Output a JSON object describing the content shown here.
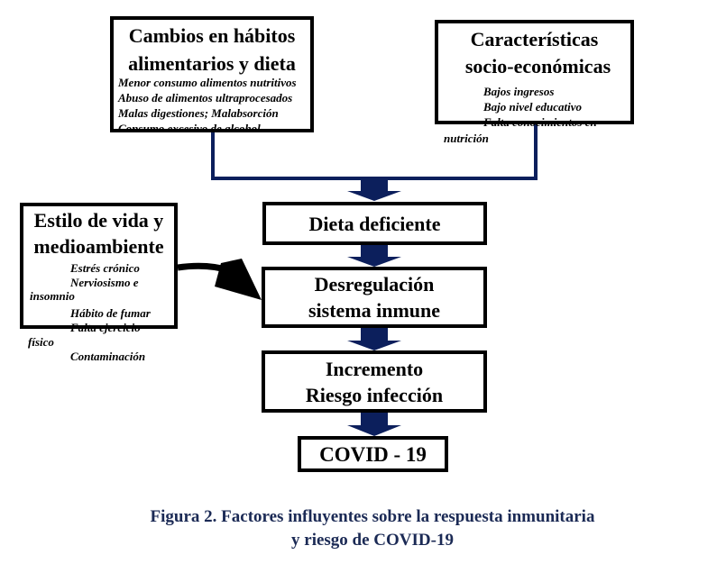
{
  "boxes": {
    "habitos": {
      "title": [
        "Cambios en hábitos",
        "alimentarios y dieta"
      ],
      "items": [
        "Menor consumo alimentos nutritivos",
        "Abuso de alimentos ultraprocesados",
        "Malas digestiones; Malabsorción",
        "Consumo excesivo de alcohol"
      ]
    },
    "socio": {
      "title": [
        "Características",
        "socio-económicas"
      ],
      "items": [
        "Bajos ingresos",
        "Bajo nivel educativo",
        "Falta conocimientos en",
        "nutrición"
      ]
    },
    "estilo": {
      "title": [
        "Estilo de vida y",
        "medioambiente"
      ],
      "items": [
        "Estrés crónico",
        "Nerviosismo e",
        "insomnio",
        "Hábito de fumar",
        "Falta ejercicio",
        "físico",
        "Contaminación"
      ]
    },
    "dieta": [
      "Dieta deficiente"
    ],
    "desregulacion": [
      "Desregulación",
      "sistema inmune"
    ],
    "incremento": [
      "Incremento",
      "Riesgo infección"
    ],
    "covid": [
      "COVID - 19"
    ]
  },
  "caption": [
    "Figura 2. Factores influyentes sobre la respuesta inmunitaria",
    "y riesgo de COVID-19"
  ],
  "colors": {
    "connector": "#0c1f5c",
    "caption": "#1b2a55"
  }
}
